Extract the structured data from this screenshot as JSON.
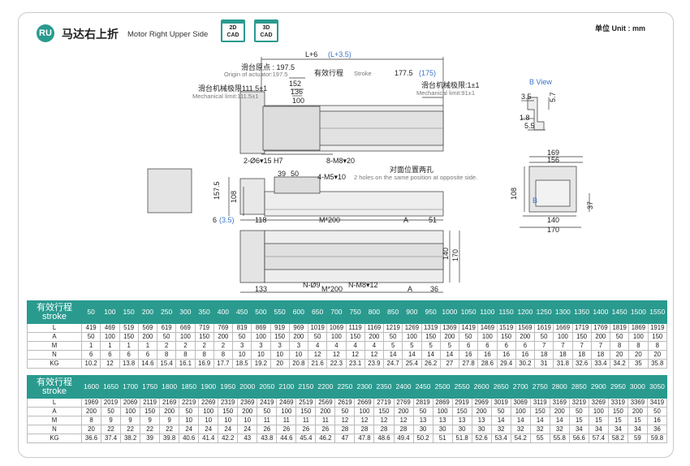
{
  "header": {
    "badge": "RU",
    "title": "马达右上折",
    "subtitle": "Motor Right Upper Side",
    "cad": [
      {
        "l1": "2D",
        "l2": "CAD"
      },
      {
        "l1": "3D",
        "l2": "CAD"
      }
    ],
    "unit": "单位 Unit : mm"
  },
  "drawing": {
    "overall_len": "L+6",
    "overall_len_alt": "(L+3.5)",
    "origin_cn": "滑台原点 : 197.5",
    "origin_en": "Origin of actuator:197.5",
    "mech_left_cn": "滑台机械极限111.5±1",
    "mech_left_en": "Mechanical limit:111.5±1",
    "stroke_cn": "有效行程",
    "stroke_en": "Stroke",
    "right_len": "177.5",
    "right_len_alt": "(175)",
    "mech_right_cn": "滑台机械极限:1±1",
    "mech_right_en": "Mechanical limit:91±1",
    "d152": "152",
    "d136": "136",
    "d100": "100",
    "hole_a": "2-Ø6▾15 H7",
    "hole_b": "8-M8▾20",
    "d39": "39",
    "d50": "50",
    "hole_c": "4-M5▾10",
    "hole_c_note": "2 holes on the same position at opposite side.",
    "opposite_cn": "对面位置两孔",
    "d157_5": "157.5",
    "d108": "108",
    "d6": "6",
    "d6_alt": "(3.5)",
    "d118": "118",
    "m200": "M*200",
    "a": "A",
    "d51": "51",
    "d140": "140",
    "d170": "170",
    "n9": "N-Ø9",
    "nm8": "N-M8▾12",
    "d133": "133",
    "m200b": "M*200",
    "a2": "A",
    "d36": "36",
    "bview": "B View",
    "b35": "3.5",
    "b57": "5.7",
    "b18": "1.8",
    "b55": "5.5",
    "e169": "169",
    "e156": "156",
    "e108": "108",
    "e37": "37",
    "e140": "140",
    "e170": "170",
    "e_b": "B"
  },
  "table1": {
    "head_cn": "有效行程",
    "head_en": "stroke",
    "strokes": [
      "50",
      "100",
      "150",
      "200",
      "250",
      "300",
      "350",
      "400",
      "450",
      "500",
      "550",
      "600",
      "650",
      "700",
      "750",
      "800",
      "850",
      "900",
      "950",
      "1000",
      "1050",
      "1100",
      "1150",
      "1200",
      "1250",
      "1300",
      "1350",
      "1400",
      "1450",
      "1500",
      "1550"
    ],
    "rows": [
      {
        "label": "L",
        "values": [
          "419",
          "469",
          "519",
          "569",
          "619",
          "669",
          "719",
          "769",
          "819",
          "869",
          "919",
          "969",
          "1019",
          "1069",
          "1119",
          "1169",
          "1219",
          "1269",
          "1319",
          "1369",
          "1419",
          "1469",
          "1519",
          "1569",
          "1619",
          "1669",
          "1719",
          "1769",
          "1819",
          "1869",
          "1919"
        ]
      },
      {
        "label": "A",
        "values": [
          "50",
          "100",
          "150",
          "200",
          "50",
          "100",
          "150",
          "200",
          "50",
          "100",
          "150",
          "200",
          "50",
          "100",
          "150",
          "200",
          "50",
          "100",
          "150",
          "200",
          "50",
          "100",
          "150",
          "200",
          "50",
          "100",
          "150",
          "200",
          "50",
          "100",
          "150"
        ]
      },
      {
        "label": "M",
        "values": [
          "1",
          "1",
          "1",
          "1",
          "2",
          "2",
          "2",
          "2",
          "3",
          "3",
          "3",
          "3",
          "4",
          "4",
          "4",
          "4",
          "5",
          "5",
          "5",
          "5",
          "6",
          "6",
          "6",
          "6",
          "7",
          "7",
          "7",
          "7",
          "8",
          "8",
          "8"
        ]
      },
      {
        "label": "N",
        "values": [
          "6",
          "6",
          "6",
          "6",
          "8",
          "8",
          "8",
          "8",
          "10",
          "10",
          "10",
          "10",
          "12",
          "12",
          "12",
          "12",
          "14",
          "14",
          "14",
          "14",
          "16",
          "16",
          "16",
          "16",
          "18",
          "18",
          "18",
          "18",
          "20",
          "20",
          "20"
        ]
      },
      {
        "label": "KG",
        "values": [
          "10.2",
          "12",
          "13.8",
          "14.6",
          "15.4",
          "16.1",
          "16.9",
          "17.7",
          "18.5",
          "19.2",
          "20",
          "20.8",
          "21.6",
          "22.3",
          "23.1",
          "23.9",
          "24.7",
          "25.4",
          "26.2",
          "27",
          "27.8",
          "28.6",
          "29.4",
          "30.2",
          "31",
          "31.8",
          "32.6",
          "33.4",
          "34.2",
          "35",
          "35.8"
        ]
      }
    ]
  },
  "table2": {
    "head_cn": "有效行程",
    "head_en": "stroke",
    "strokes": [
      "1600",
      "1650",
      "1700",
      "1750",
      "1800",
      "1850",
      "1900",
      "1950",
      "2000",
      "2050",
      "2100",
      "2150",
      "2200",
      "2250",
      "2300",
      "2350",
      "2400",
      "2450",
      "2500",
      "2550",
      "2600",
      "2650",
      "2700",
      "2750",
      "2800",
      "2850",
      "2900",
      "2950",
      "3000",
      "3050"
    ],
    "rows": [
      {
        "label": "L",
        "values": [
          "1969",
          "2019",
          "2069",
          "2119",
          "2169",
          "2219",
          "2269",
          "2319",
          "2369",
          "2419",
          "2469",
          "2519",
          "2569",
          "2619",
          "2669",
          "2719",
          "2769",
          "2819",
          "2869",
          "2919",
          "2969",
          "3019",
          "3069",
          "3119",
          "3169",
          "3219",
          "3269",
          "3319",
          "3369",
          "3419"
        ]
      },
      {
        "label": "A",
        "values": [
          "200",
          "50",
          "100",
          "150",
          "200",
          "50",
          "100",
          "150",
          "200",
          "50",
          "100",
          "150",
          "200",
          "50",
          "100",
          "150",
          "200",
          "50",
          "100",
          "150",
          "200",
          "50",
          "100",
          "150",
          "200",
          "50",
          "100",
          "150",
          "200",
          "50"
        ]
      },
      {
        "label": "M",
        "values": [
          "8",
          "9",
          "9",
          "9",
          "9",
          "10",
          "10",
          "10",
          "10",
          "11",
          "11",
          "11",
          "11",
          "12",
          "12",
          "12",
          "12",
          "13",
          "13",
          "13",
          "13",
          "14",
          "14",
          "14",
          "14",
          "15",
          "15",
          "15",
          "15",
          "16"
        ]
      },
      {
        "label": "N",
        "values": [
          "20",
          "22",
          "22",
          "22",
          "22",
          "24",
          "24",
          "24",
          "24",
          "26",
          "26",
          "26",
          "26",
          "28",
          "28",
          "28",
          "28",
          "30",
          "30",
          "30",
          "30",
          "32",
          "32",
          "32",
          "32",
          "34",
          "34",
          "34",
          "34",
          "36"
        ]
      },
      {
        "label": "KG",
        "values": [
          "36.6",
          "37.4",
          "38.2",
          "39",
          "39.8",
          "40.6",
          "41.4",
          "42.2",
          "43",
          "43.8",
          "44.6",
          "45.4",
          "46.2",
          "47",
          "47.8",
          "48.6",
          "49.4",
          "50.2",
          "51",
          "51.8",
          "52.6",
          "53.4",
          "54.2",
          "55",
          "55.8",
          "56.6",
          "57.4",
          "58.2",
          "59",
          "59.8"
        ]
      }
    ]
  },
  "colors": {
    "accent": "#2a9a8f",
    "blue": "#3a74c7"
  }
}
